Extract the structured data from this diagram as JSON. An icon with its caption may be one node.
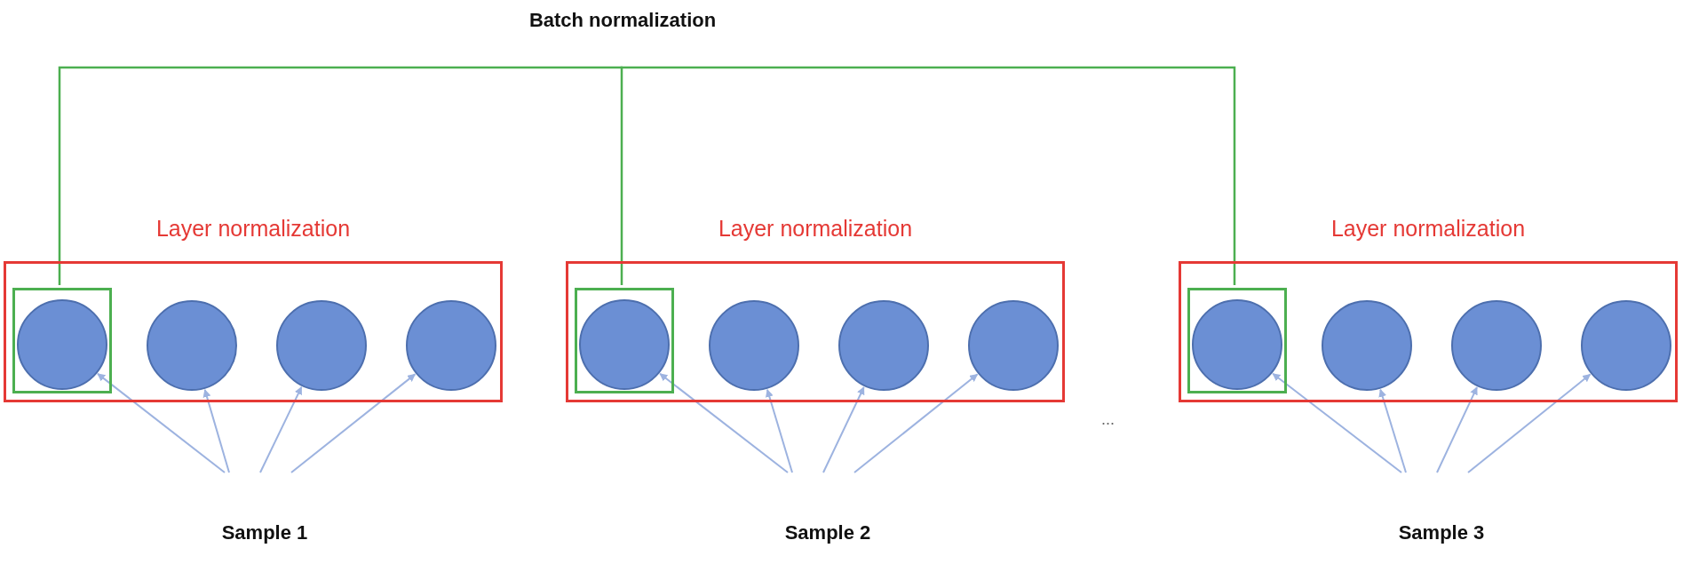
{
  "diagram": {
    "nodes": [
      {
        "text": [
          "Batch normalization"
        ]
      },
      {
        "text": [
          "Layer normalization"
        ]
      },
      {
        "text": [],
        "shape": "box",
        "in": 1
      },
      {
        "text": [],
        "shape": "circle",
        "in": 2
      },
      {
        "text": [],
        "shape": "circle",
        "in": 1
      },
      {
        "text": [],
        "shape": "circle",
        "in": 1
      },
      {
        "text": [],
        "shape": "circle",
        "in": 1
      },
      {
        "text": [
          "Layer normalization"
        ]
      },
      {
        "text": [],
        "shape": "box",
        "in": 7
      },
      {
        "text": [],
        "shape": "circle",
        "in": 8
      },
      {
        "text": [],
        "shape": "circle",
        "in": 7
      },
      {
        "text": [],
        "shape": "circle",
        "in": 7
      },
      {
        "text": [],
        "shape": "circle",
        "in": 7
      },
      {
        "text": [
          "Layer normalization"
        ]
      },
      {
        "text": [],
        "shape": "box",
        "in": 13
      },
      {
        "text": [],
        "shape": "circle",
        "in": 14
      },
      {
        "text": [],
        "shape": "circle",
        "in": 13
      },
      {
        "text": [],
        "shape": "circle",
        "in": 13
      },
      {
        "text": [],
        "shape": "circle",
        "in": 13
      },
      {
        "text": [
          "Sample 1"
        ]
      },
      {
        "text": [
          "Sample 2"
        ]
      },
      {
        "text": [
          "Sample 3"
        ]
      }
    ],
    "edges": [
      {
        "from": 0,
        "to": 2,
        "arrow": "none",
        "color": "#4caf50"
      },
      {
        "from": 0,
        "to": 8,
        "arrow": "none",
        "color": "#4caf50"
      },
      {
        "from": 0,
        "to": 14,
        "arrow": "none",
        "color": "#4caf50"
      },
      {
        "from": 19,
        "to": 3,
        "arrow": "to"
      },
      {
        "from": 19,
        "to": 4,
        "arrow": "to"
      },
      {
        "from": 19,
        "to": 5,
        "arrow": "to"
      },
      {
        "from": 19,
        "to": 6,
        "arrow": "to"
      },
      {
        "from": 20,
        "to": 9,
        "arrow": "to"
      },
      {
        "from": 20,
        "to": 10,
        "arrow": "to"
      },
      {
        "from": 20,
        "to": 11,
        "arrow": "to"
      },
      {
        "from": 20,
        "to": 12,
        "arrow": "to"
      },
      {
        "from": 21,
        "to": 15,
        "arrow": "to"
      },
      {
        "from": 21,
        "to": 16,
        "arrow": "to"
      },
      {
        "from": 21,
        "to": 17,
        "arrow": "to"
      },
      {
        "from": 21,
        "to": 18,
        "arrow": "to"
      }
    ],
    "labels": [
      "..."
    ]
  }
}
